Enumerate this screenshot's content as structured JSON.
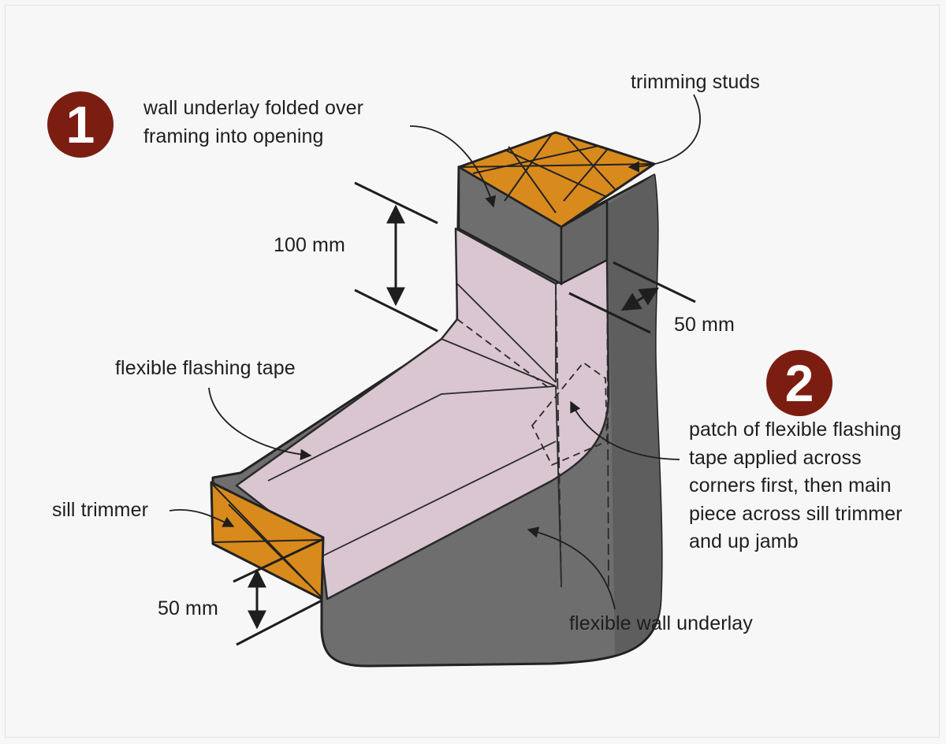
{
  "badges": {
    "one": "1",
    "two": "2"
  },
  "labels": {
    "underlay_fold": [
      "wall underlay folded over",
      "framing into opening"
    ],
    "trimming_studs": "trimming studs",
    "dim_100": "100 mm",
    "dim_50_right": "50 mm",
    "flashing_tape": "flexible flashing tape",
    "sill_trimmer": "sill trimmer",
    "dim_50_left": "50 mm",
    "patch_note": [
      "patch of flexible flashing",
      "tape applied across",
      "corners first, then main",
      "piece across sill trimmer",
      "and up jamb"
    ],
    "wall_underlay": "flexible wall underlay"
  },
  "colors": {
    "badge": "#7c1d12",
    "timber": "#d98a1c",
    "underlay": "#6b6b6b",
    "flashing": "#d9c4cf"
  }
}
